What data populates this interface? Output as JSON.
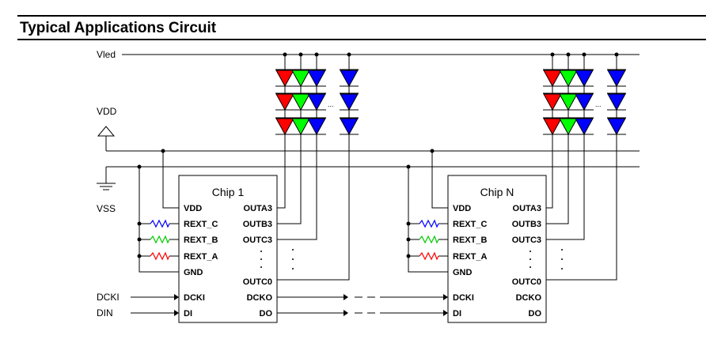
{
  "section_title": "Typical Applications Circuit",
  "rails": {
    "vled": "Vled",
    "vdd": "VDD",
    "vss": "VSS"
  },
  "inputs": {
    "dcki": "DCKI",
    "din": "DIN"
  },
  "chips": [
    {
      "name": "Chip 1"
    },
    {
      "name": "Chip N"
    }
  ],
  "left_pins": [
    "VDD",
    "REXT_C",
    "REXT_B",
    "REXT_A",
    "GND",
    "DCKI",
    "DI"
  ],
  "right_pins": [
    "OUTA3",
    "OUTB3",
    "OUTC3",
    "OUTC0",
    "DCKO",
    "DO"
  ],
  "led_colors": [
    "#ff0000",
    "#00ff00",
    "#0000ff",
    "#0000ff"
  ],
  "resistor_colors": [
    "#0000ff",
    "#00cc00",
    "#ff0000"
  ],
  "ellipsis": "..."
}
